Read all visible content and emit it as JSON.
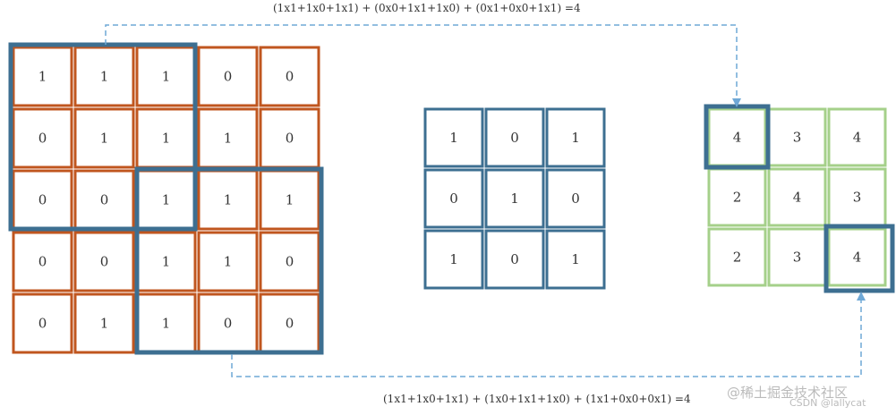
{
  "colors": {
    "input_grid": "#c0561f",
    "kernel_grid": "#3d6f91",
    "output_grid": "#a5d08a",
    "window_highlight": "#3d6f91",
    "arrow": "#6fa8d6"
  },
  "input": {
    "cells": [
      [
        "1",
        "1",
        "1",
        "0",
        "0"
      ],
      [
        "0",
        "1",
        "1",
        "1",
        "0"
      ],
      [
        "0",
        "0",
        "1",
        "1",
        "1"
      ],
      [
        "0",
        "0",
        "1",
        "1",
        "0"
      ],
      [
        "0",
        "1",
        "1",
        "0",
        "0"
      ]
    ]
  },
  "kernel": {
    "cells": [
      [
        "1",
        "0",
        "1"
      ],
      [
        "0",
        "1",
        "0"
      ],
      [
        "1",
        "0",
        "1"
      ]
    ]
  },
  "output": {
    "cells": [
      [
        "4",
        "3",
        "4"
      ],
      [
        "2",
        "4",
        "3"
      ],
      [
        "2",
        "3",
        "4"
      ]
    ]
  },
  "captions": {
    "top": "(1x1+1x0+1x1) + (0x0+1x1+1x0) + (0x1+0x0+1x1) =4",
    "bottom": "(1x1+1x0+1x1) + (1x0+1x1+1x0) + (1x1+0x0+0x1) =4"
  },
  "watermark": {
    "site": "@稀土掘金技术社区",
    "author": "CSDN @lallycat"
  }
}
